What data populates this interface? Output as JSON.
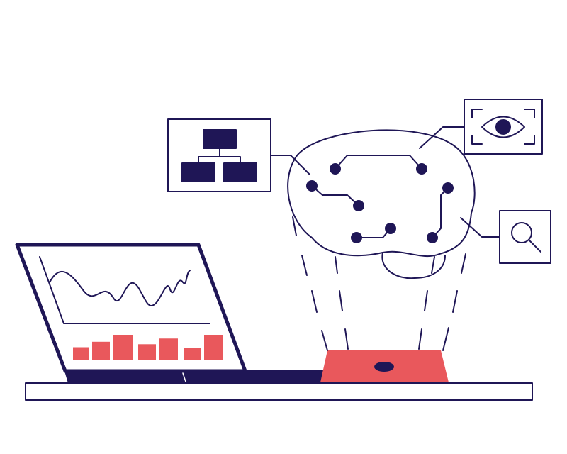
{
  "colors": {
    "primary": "#1f1656",
    "accent": "#e9585c",
    "background": "#ffffff"
  },
  "icons": [
    "laptop-icon",
    "line-chart-icon",
    "bar-chart-icon",
    "brain-icon",
    "org-chart-icon",
    "eye-icon",
    "magnifier-icon",
    "projector-icon"
  ],
  "laptop_bars": [
    0.5,
    0.72,
    1.0,
    0.62,
    0.85,
    0.48,
    1.0
  ]
}
